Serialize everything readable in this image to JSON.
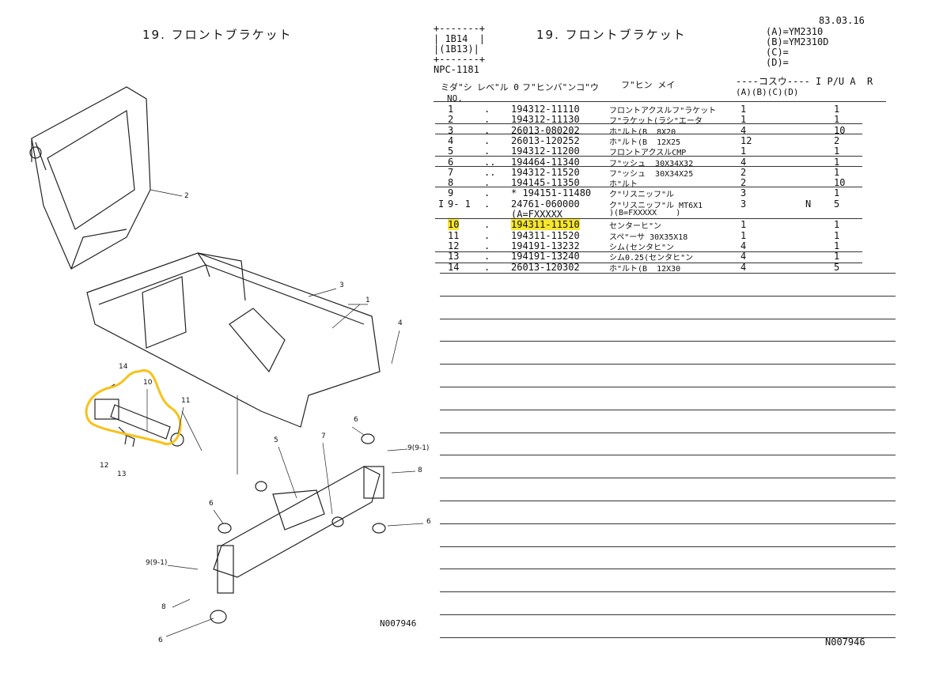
{
  "diagram": {
    "title": "19. フロントブラケット",
    "drawing_no": "N007946",
    "callouts": [
      {
        "label": "1",
        "pos": "frame"
      },
      {
        "label": "2",
        "pos": "radiator-bracket"
      },
      {
        "label": "3",
        "pos": "bolt"
      },
      {
        "label": "4",
        "pos": "bolt"
      },
      {
        "label": "5",
        "pos": "axle"
      },
      {
        "label": "6",
        "pos": "bush"
      },
      {
        "label": "6",
        "pos": "bush"
      },
      {
        "label": "6",
        "pos": "bush"
      },
      {
        "label": "6",
        "pos": "bush"
      },
      {
        "label": "7",
        "pos": "bush"
      },
      {
        "label": "8",
        "pos": "bolt"
      },
      {
        "label": "8",
        "pos": "bolt"
      },
      {
        "label": "9(9-1)",
        "pos": "nipple"
      },
      {
        "label": "9(9-1)",
        "pos": "nipple"
      },
      {
        "label": "10",
        "pos": "pin"
      },
      {
        "label": "11",
        "pos": "spacer"
      },
      {
        "label": "12",
        "pos": "shim"
      },
      {
        "label": "13",
        "pos": "shim"
      },
      {
        "label": "14",
        "pos": "bolt"
      }
    ]
  },
  "header": {
    "box_line1": "+-------+",
    "box_line2": "| 1B14  |",
    "box_line3": "|(1B13)|",
    "box_line4": "+-------+",
    "npc": "NPC-1181",
    "title": "19. フロントブラケット",
    "date": "83.03.16",
    "models": [
      "(A)=YM2310",
      "(B)=YM2310D",
      "(C)=",
      "(D)="
    ]
  },
  "columns": {
    "midashi": "ミダ\"シ",
    "no": "NO.",
    "level": "レベ\"ル 0",
    "part_no": "フ\"ヒンバ\"ンコ\"ウ",
    "part_name": "フ\"ヒン メイ",
    "qty": "----コスウ---- I P/U A  R",
    "qty_sub": "(A)(B)(C)(D)"
  },
  "rows": [
    {
      "i": "",
      "no": "1",
      "lvl": ".",
      "part": "194312-11110",
      "name": "フロントアクスルフ\"ラケット",
      "qty": "1",
      "n": "",
      "pu": "1"
    },
    {
      "i": "",
      "no": "2",
      "lvl": ".",
      "part": "194312-11130",
      "name": "フ\"ラケット(ラシ\"エータ",
      "qty": "1",
      "n": "",
      "pu": "1"
    },
    {
      "i": "",
      "no": "3",
      "lvl": ".",
      "part": "26013-080202",
      "name": "ホ\"ルト(B  8X20",
      "qty": "4",
      "n": "",
      "pu": "10"
    },
    {
      "i": "",
      "no": "4",
      "lvl": ".",
      "part": "26013-120252",
      "name": "ホ\"ルト(B  12X25",
      "qty": "12",
      "n": "",
      "pu": "2"
    },
    {
      "i": "",
      "no": "5",
      "lvl": ".",
      "part": "194312-11200",
      "name": "フロントアクスルCMP",
      "qty": "1",
      "n": "",
      "pu": "1"
    },
    {
      "i": "",
      "no": "6",
      "lvl": "..",
      "part": "194464-11340",
      "name": "フ\"ッシュ  30X34X32",
      "qty": "4",
      "n": "",
      "pu": "1"
    },
    {
      "i": "",
      "no": "7",
      "lvl": "..",
      "part": "194312-11520",
      "name": "フ\"ッシュ  30X34X25",
      "qty": "2",
      "n": "",
      "pu": "1"
    },
    {
      "i": "",
      "no": "8",
      "lvl": ".",
      "part": "194145-11350",
      "name": "ホ\"ルト",
      "qty": "2",
      "n": "",
      "pu": "10"
    },
    {
      "i": "",
      "no": "9",
      "lvl": ".",
      "part": "* 194151-11480",
      "name": "ク\"リスニッフ\"ル",
      "qty": "3",
      "n": "",
      "pu": "1"
    },
    {
      "i": "I",
      "no": "9- 1",
      "lvl": ".",
      "part": "24761-060000",
      "name": "ク\"リスニッフ\"ル MT6X1",
      "qty": "3",
      "n": "N",
      "pu": "5"
    },
    {
      "i": "",
      "no": "",
      "lvl": "",
      "part": "(A=FXXXXX",
      "name": ")(B=FXXXXX    )",
      "qty": "",
      "n": "",
      "pu": ""
    },
    {
      "i": "",
      "no": "10",
      "lvl": ".",
      "part": "194311-11510",
      "name": "センターヒ\"ン",
      "qty": "1",
      "n": "",
      "pu": "1",
      "highlight": true
    },
    {
      "i": "",
      "no": "11",
      "lvl": ".",
      "part": "194311-11520",
      "name": "スペ\"ーサ 30X35X18",
      "qty": "1",
      "n": "",
      "pu": "1"
    },
    {
      "i": "",
      "no": "12",
      "lvl": ".",
      "part": "194191-13232",
      "name": "シム(センタヒ\"ン",
      "qty": "4",
      "n": "",
      "pu": "1"
    },
    {
      "i": "",
      "no": "13",
      "lvl": ".",
      "part": "194191-13240",
      "name": "シム0.25(センタヒ\"ン",
      "qty": "4",
      "n": "",
      "pu": "1"
    },
    {
      "i": "",
      "no": "14",
      "lvl": ".",
      "part": "26013-120302",
      "name": "ホ\"ルト(B  12X30",
      "qty": "4",
      "n": "",
      "pu": "5"
    }
  ],
  "footer": {
    "drawing_no": "N007946"
  },
  "colors": {
    "highlight": "#f7e62a",
    "ink": "#111111"
  }
}
